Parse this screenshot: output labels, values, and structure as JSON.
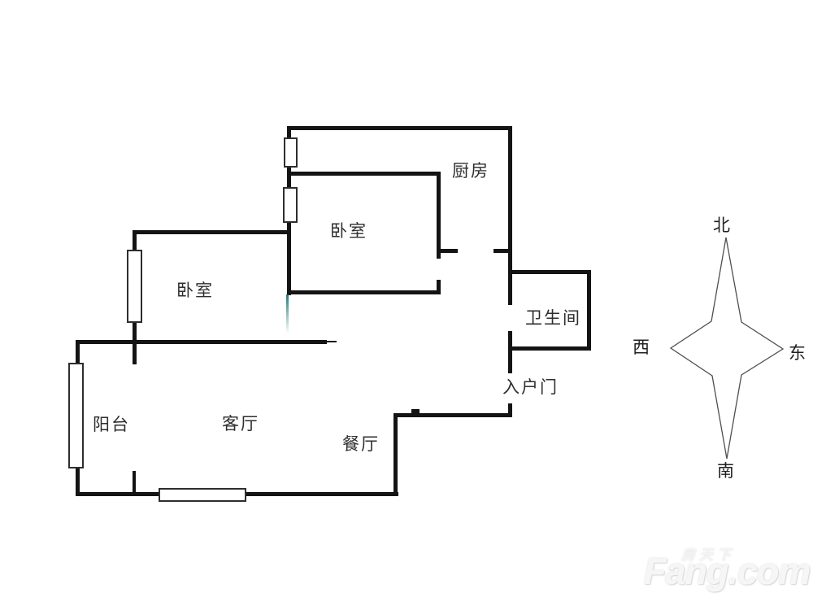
{
  "floorplan": {
    "rooms": [
      {
        "id": "kitchen",
        "label": "厨房"
      },
      {
        "id": "bedroom-right",
        "label": "卧室"
      },
      {
        "id": "bedroom-left",
        "label": "卧室"
      },
      {
        "id": "bathroom",
        "label": "卫生间"
      },
      {
        "id": "entry-door",
        "label": "入户门"
      },
      {
        "id": "balcony",
        "label": "阳台"
      },
      {
        "id": "living-room",
        "label": "客厅"
      },
      {
        "id": "dining-room",
        "label": "餐厅"
      }
    ],
    "wall_color": "#141414",
    "window_border_color": "#2e2e2e",
    "door_accent_color": "#176868"
  },
  "compass": {
    "north_label": "北",
    "west_label": "西",
    "east_label": "东",
    "south_label": "南",
    "star_outline_color": "#4f4f4f"
  },
  "watermark": {
    "brand_cn": "房天下",
    "brand_en": "Fang.com"
  }
}
